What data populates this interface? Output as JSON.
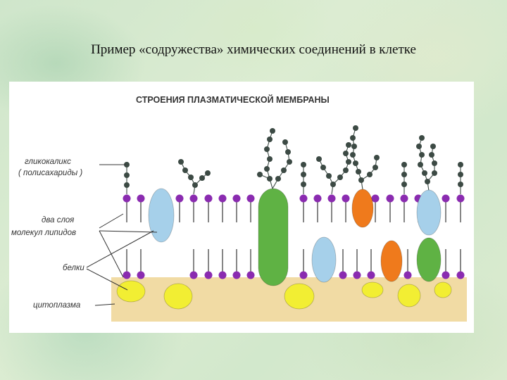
{
  "slide": {
    "title": "Пример «содружества» химических соединений в клетке"
  },
  "diagram": {
    "title": "СТРОЕНИЯ ПЛАЗМАТИЧЕСКОЙ МЕМБРАНЫ",
    "labels": {
      "glycocalyx_line1": "гликокаликс",
      "glycocalyx_line2": "( полисахариды )",
      "lipids_line1": "два слоя",
      "lipids_line2": "молекул липидов",
      "proteins": "белки",
      "cytoplasm": "цитоплазма"
    },
    "colors": {
      "lipid_head": "#8a2bb0",
      "chain": "#3c4a44",
      "protein_blue": "#a6d0ea",
      "protein_green": "#5fb244",
      "protein_orange": "#ef7a1c",
      "protein_yellow": "#f2ee33",
      "cytoplasm": "#f1dba4"
    }
  }
}
